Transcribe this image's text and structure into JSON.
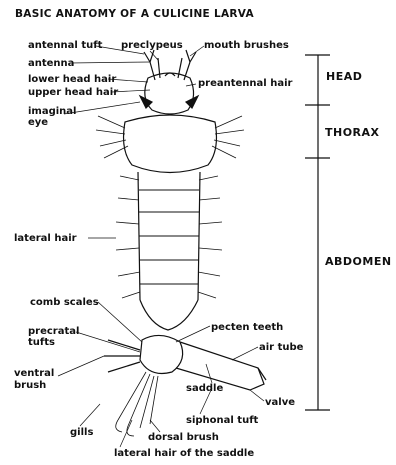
{
  "title": "BASIC ANATOMY OF A CULICINE LARVA",
  "regions": {
    "head": "HEAD",
    "thorax": "THORAX",
    "abdomen": "ABDOMEN"
  },
  "labels": {
    "antennal_tuft": "antennal tuft",
    "preclypeus": "preclypeus",
    "mouth_brushes": "mouth brushes",
    "antenna": "antenna",
    "lower_head_hair": "lower head hair",
    "upper_head_hair": "upper head hair",
    "preantennal_hair": "preantennal hair",
    "imaginal": "imaginal",
    "eye": "eye",
    "lateral_hair": "lateral hair",
    "comb_scales": "comb scales",
    "precratal": "precratal",
    "tufts": "tufts",
    "pecten_teeth": "pecten teeth",
    "air_tube": "air tube",
    "ventral": "ventral",
    "brush": "brush",
    "saddle": "saddle",
    "valve": "valve",
    "siphonal_tuft": "siphonal tuft",
    "gills": "gills",
    "dorsal_brush": "dorsal brush",
    "lateral_hair_saddle": "lateral hair of the saddle"
  }
}
